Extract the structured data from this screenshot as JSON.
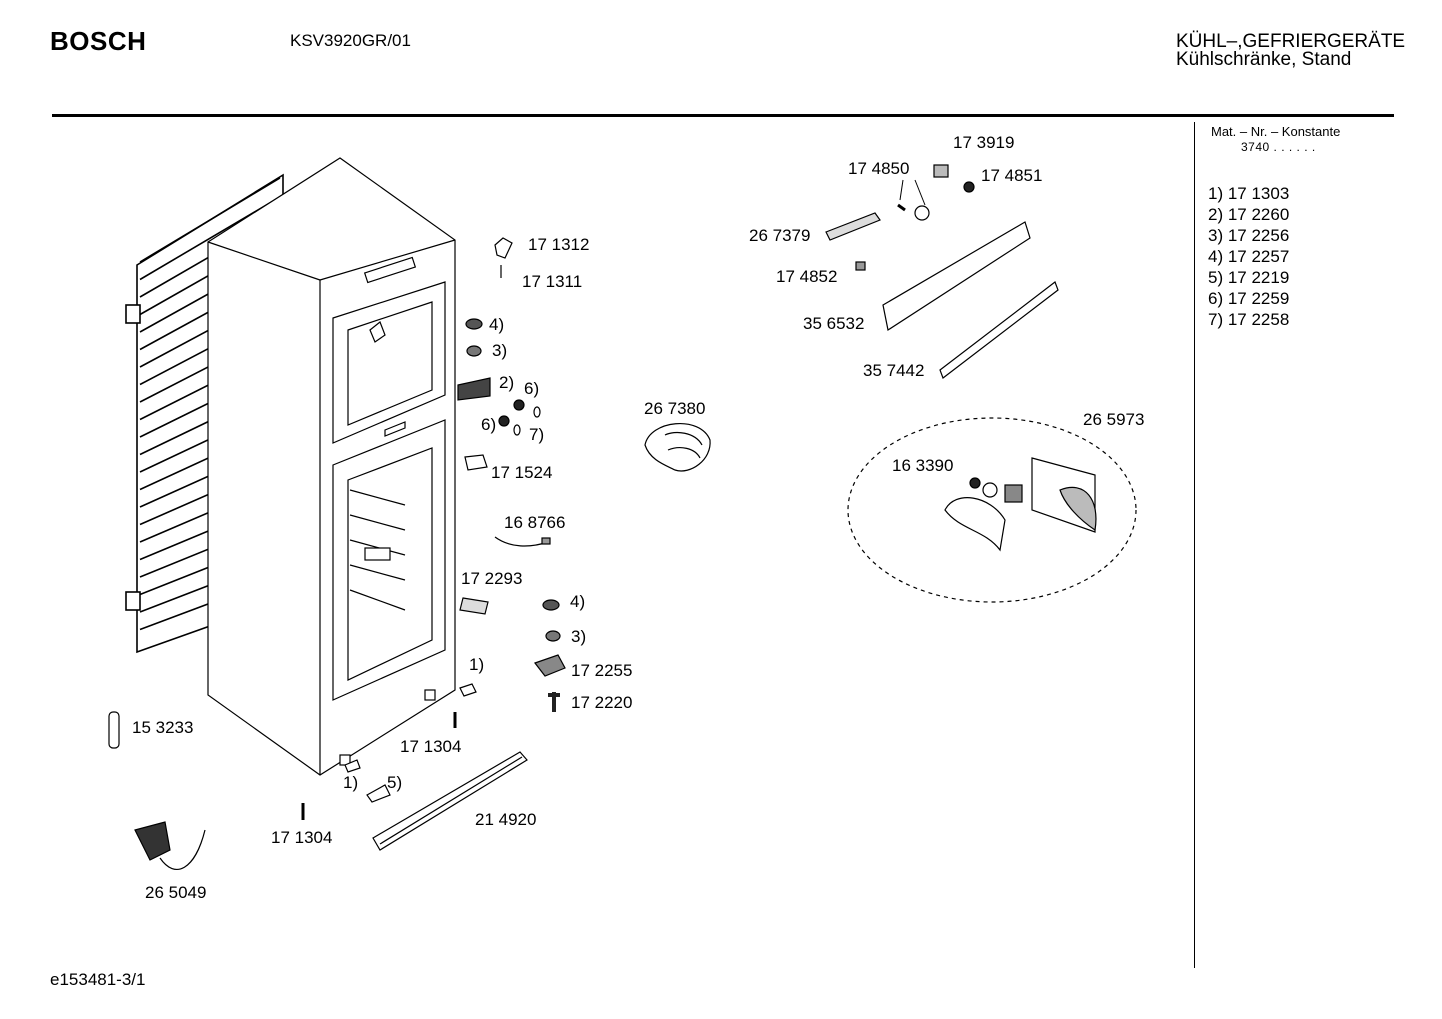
{
  "header": {
    "brand": "BOSCH",
    "model": "KSV3920GR/01",
    "category_line1": "KÜHL–,GEFRIERGERÄTE",
    "category_line2": "Kühlschränke, Stand"
  },
  "sidebar": {
    "mat_heading": "Mat. – Nr. – Konstante",
    "mat_value": "3740  .  .  .  .  .  .",
    "legend": [
      "1) 17 1303",
      "2) 17 2260",
      "3) 17 2256",
      "4) 17 2257",
      "5) 17 2219",
      "6) 17 2259",
      "7) 17 2258"
    ]
  },
  "part_labels": {
    "p171312": "17 1312",
    "p171311": "17 1311",
    "ref4a": "4)",
    "ref3a": "3)",
    "ref2": "2)",
    "ref6a": "6)",
    "ref6b": "6)",
    "ref7": "7)",
    "p171524": "17 1524",
    "p168766": "16 8766",
    "p172293": "17 2293",
    "ref4b": "4)",
    "ref3b": "3)",
    "ref1a": "1)",
    "p172255": "17 2255",
    "p172220": "17 2220",
    "p171304a": "17 1304",
    "ref1b": "1)",
    "ref5": "5)",
    "p171304b": "17 1304",
    "p214920": "21 4920",
    "p153233": "15 3233",
    "p265049": "26 5049",
    "p267380": "26 7380",
    "p173919": "17 3919",
    "p174850": "17 4850",
    "p174851": "17 4851",
    "p267379": "26 7379",
    "p174852": "17 4852",
    "p356532": "35 6532",
    "p357442": "35 7442",
    "p265973": "26 5973",
    "p163390": "16 3390"
  },
  "footer": {
    "drawing_id": "e153481-3/1"
  }
}
